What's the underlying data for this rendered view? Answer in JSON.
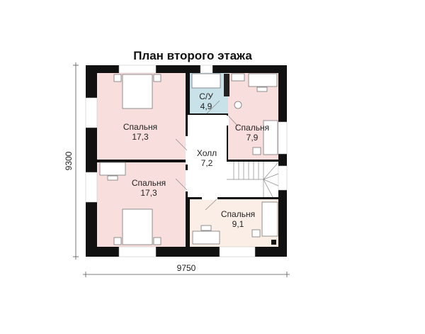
{
  "title": "План второго этажа",
  "dimensions": {
    "width": "9750",
    "height": "9300"
  },
  "rooms": [
    {
      "name": "Спальня",
      "area": "17,3"
    },
    {
      "name": "Спальня",
      "area": "17,3"
    },
    {
      "name": "Холл",
      "area": "7,2"
    },
    {
      "name": "С/У",
      "area": "4,9"
    },
    {
      "name": "Спальня",
      "area": "7,9"
    },
    {
      "name": "Спальня",
      "area": "9,1"
    }
  ],
  "colors": {
    "wall": "#111111",
    "bedroom": "#f9dede",
    "bedroom_light": "#fbeee6",
    "bathroom": "#c9e2ea",
    "hall": "#ffffff"
  }
}
